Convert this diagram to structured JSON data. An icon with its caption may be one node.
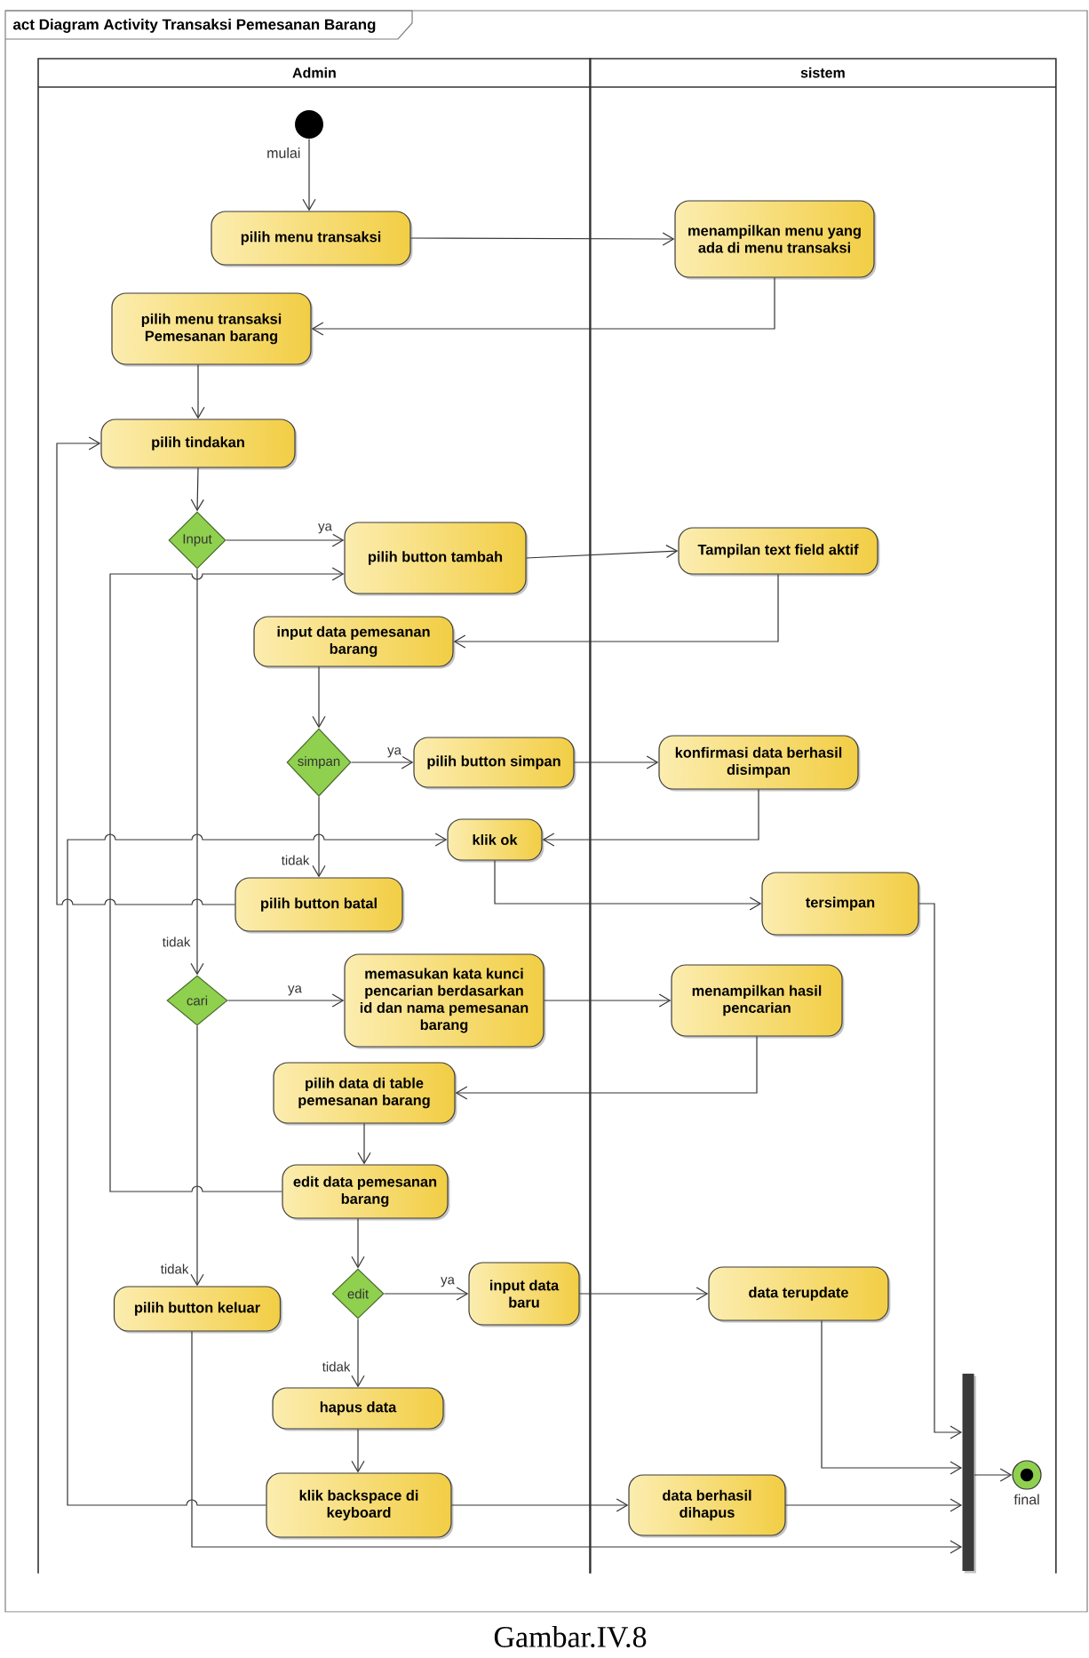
{
  "diagram": {
    "title": "act Diagram Activity Transaksi Pemesanan Barang",
    "caption": "Gambar.IV.8",
    "nodes": [
      {
        "text": [
          "Admin"
        ]
      },
      {
        "text": [
          "sistem"
        ]
      },
      {
        "text": [],
        "shape": "circle",
        "beside": [
          "mulai"
        ],
        "in": 0
      },
      {
        "text": [
          "pilih menu transaksi"
        ],
        "in": 0
      },
      {
        "text": [
          "menampilkan menu yang ada di menu transaksi"
        ],
        "in": 1
      },
      {
        "text": [
          "pilih menu transaksi Pemesanan barang"
        ],
        "in": 0
      },
      {
        "text": [
          "pilih tindakan"
        ],
        "in": 0
      },
      {
        "text": [
          "Input"
        ],
        "in": 0
      },
      {
        "text": [
          "pilih button tambah"
        ],
        "in": 0
      },
      {
        "text": [
          "Tampilan text field aktif"
        ],
        "in": 1
      },
      {
        "text": [
          "input data pemesanan barang"
        ],
        "in": 0
      },
      {
        "text": [
          "simpan"
        ],
        "in": 0
      },
      {
        "text": [
          "pilih button simpan"
        ],
        "in": 0
      },
      {
        "text": [
          "konfirmasi data berhasil disimpan"
        ],
        "in": 1
      },
      {
        "text": [
          "klik ok"
        ],
        "in": 0
      },
      {
        "text": [
          "pilih button batal"
        ],
        "in": 0
      },
      {
        "text": [
          "tersimpan"
        ],
        "in": 1
      },
      {
        "text": [
          "cari"
        ],
        "in": 0
      },
      {
        "text": [
          "memasukan kata kunci pencarian berdasarkan id dan nama pemesanan barang"
        ],
        "in": 0
      },
      {
        "text": [
          "menampilkan hasil pencarian"
        ],
        "in": 1
      },
      {
        "text": [
          "pilih data di table pemesanan barang"
        ],
        "in": 0
      },
      {
        "text": [
          "edit data pemesanan barang"
        ],
        "in": 0
      },
      {
        "text": [
          "pilih button keluar"
        ],
        "in": 0
      },
      {
        "text": [
          "edit"
        ],
        "in": 0
      },
      {
        "text": [
          "input data baru"
        ],
        "in": 0
      },
      {
        "text": [
          "data terupdate"
        ],
        "in": 1
      },
      {
        "text": [
          "hapus data"
        ],
        "in": 0
      },
      {
        "text": [
          "klik backspace di keyboard"
        ],
        "in": 0
      },
      {
        "text": [
          "data berhasil dihapus"
        ],
        "in": 1
      },
      {
        "text": [],
        "shape": "bar",
        "in": 1
      },
      {
        "text": [],
        "shape": "circle",
        "beside": [
          "final"
        ],
        "in": 1
      }
    ],
    "edges": [
      {
        "from": 2,
        "to": 3,
        "arrow": "to"
      },
      {
        "from": 3,
        "to": 4,
        "arrow": "to"
      },
      {
        "from": 4,
        "to": 5,
        "arrow": "to"
      },
      {
        "from": 5,
        "to": 6,
        "arrow": "to"
      },
      {
        "from": 6,
        "to": 7,
        "arrow": "to"
      },
      {
        "from": 7,
        "to": 8,
        "arrow": "to",
        "label": "ya"
      },
      {
        "from": 8,
        "to": 9,
        "arrow": "to"
      },
      {
        "from": 9,
        "to": 10,
        "arrow": "to"
      },
      {
        "from": 10,
        "to": 11,
        "arrow": "to"
      },
      {
        "from": 11,
        "to": 12,
        "arrow": "to",
        "label": "ya"
      },
      {
        "from": 12,
        "to": 13,
        "arrow": "to"
      },
      {
        "from": 13,
        "to": 14,
        "arrow": "to"
      },
      {
        "from": 11,
        "to": 15,
        "arrow": "to",
        "label": "tidak"
      },
      {
        "from": 14,
        "to": 16,
        "arrow": "to"
      },
      {
        "from": 15,
        "to": 6,
        "arrow": "to"
      },
      {
        "from": 27,
        "to": 14,
        "arrow": "to"
      },
      {
        "from": 21,
        "to": 8,
        "arrow": "to"
      },
      {
        "from": 7,
        "to": 17,
        "arrow": "to",
        "label": "tidak"
      },
      {
        "from": 17,
        "to": 18,
        "arrow": "to",
        "label": "ya"
      },
      {
        "from": 18,
        "to": 19,
        "arrow": "to"
      },
      {
        "from": 19,
        "to": 20,
        "arrow": "to"
      },
      {
        "from": 20,
        "to": 21,
        "arrow": "to"
      },
      {
        "from": 17,
        "to": 22,
        "arrow": "to",
        "label": "tidak"
      },
      {
        "from": 21,
        "to": 23,
        "arrow": "to"
      },
      {
        "from": 23,
        "to": 24,
        "arrow": "to",
        "label": "ya"
      },
      {
        "from": 24,
        "to": 25,
        "arrow": "to"
      },
      {
        "from": 23,
        "to": 26,
        "arrow": "to",
        "label": "tidak"
      },
      {
        "from": 26,
        "to": 27,
        "arrow": "to"
      },
      {
        "from": 27,
        "to": 28,
        "arrow": "to"
      },
      {
        "from": 25,
        "to": 29,
        "arrow": "to"
      },
      {
        "from": 16,
        "to": 29,
        "arrow": "to"
      },
      {
        "from": 28,
        "to": 29,
        "arrow": "to"
      },
      {
        "from": 22,
        "to": 29,
        "arrow": "to"
      },
      {
        "from": 29,
        "to": 30,
        "arrow": "to"
      }
    ]
  }
}
